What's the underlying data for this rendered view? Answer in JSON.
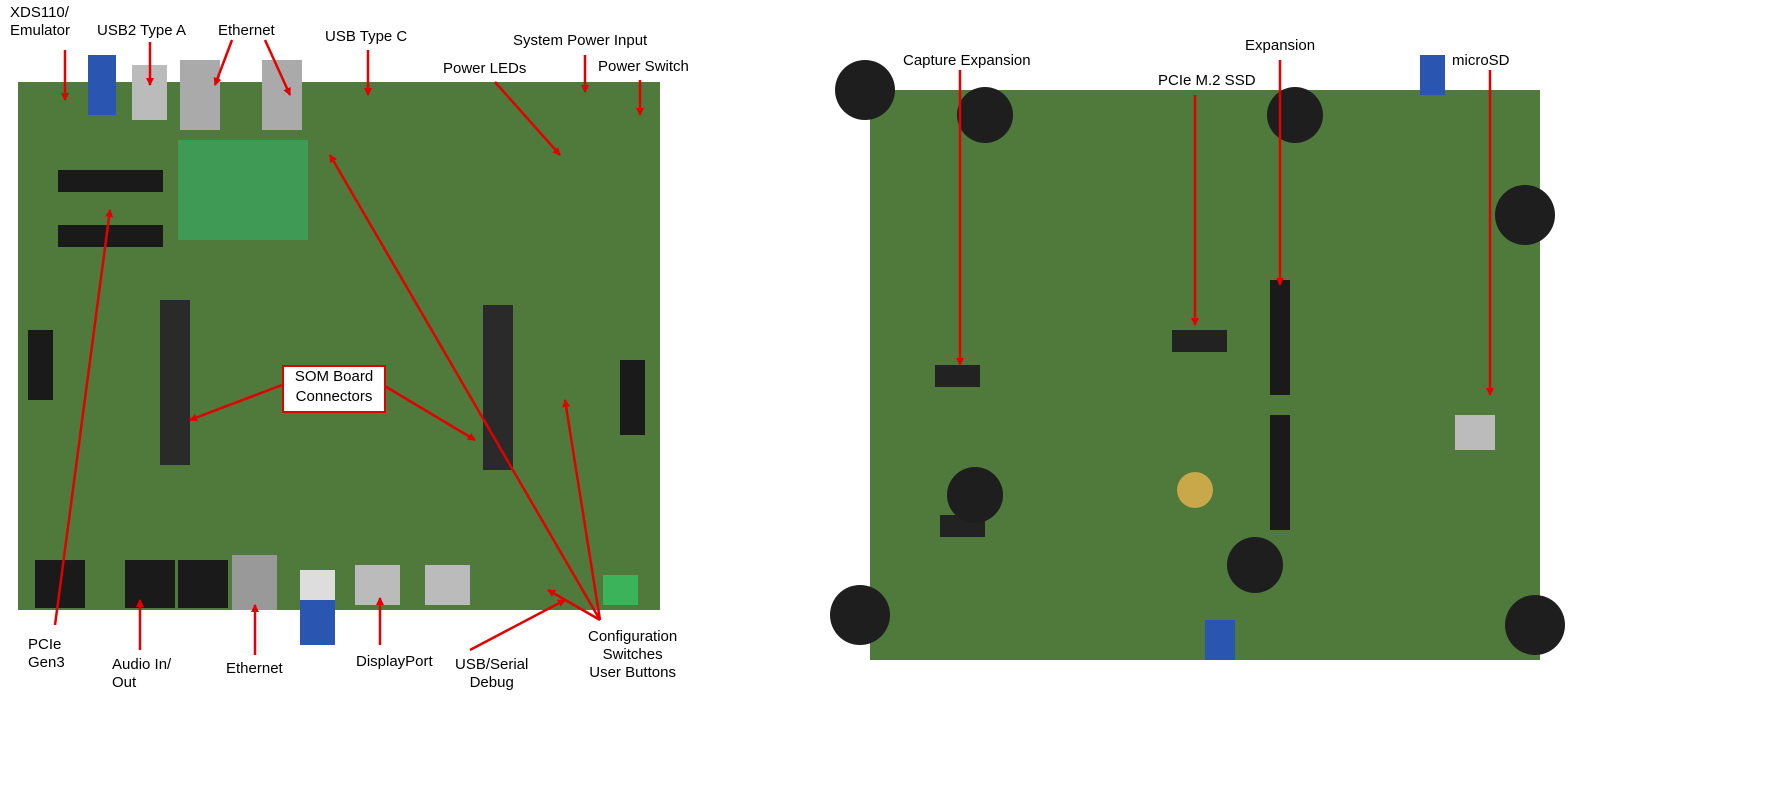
{
  "colors": {
    "arrow": "#e00000",
    "pcb": "#4f7a3c",
    "pcb_dark": "#3d6330"
  },
  "front": {
    "labels": {
      "xds110": [
        "XDS110/",
        "Emulator"
      ],
      "usb2": "USB2 Type A",
      "ethernet_top": "Ethernet",
      "usb_c": "USB Type C",
      "power_input": "System Power Input",
      "power_leds": "Power LEDs",
      "power_switch": "Power Switch",
      "som": [
        "SOM Board",
        "Connectors"
      ],
      "pcie": [
        "PCIe",
        "Gen3"
      ],
      "audio": [
        "Audio In/",
        "Out"
      ],
      "ethernet_bottom": "Ethernet",
      "displayport": "DisplayPort",
      "usb_serial": [
        "USB/Serial",
        "Debug"
      ],
      "config": [
        "Configuration",
        "Switches",
        "User Buttons"
      ]
    }
  },
  "back": {
    "labels": {
      "capture": "Capture Expansion",
      "pcie_m2": "PCIe M.2 SSD",
      "expansion": "Expansion",
      "microsd": "microSD"
    }
  }
}
